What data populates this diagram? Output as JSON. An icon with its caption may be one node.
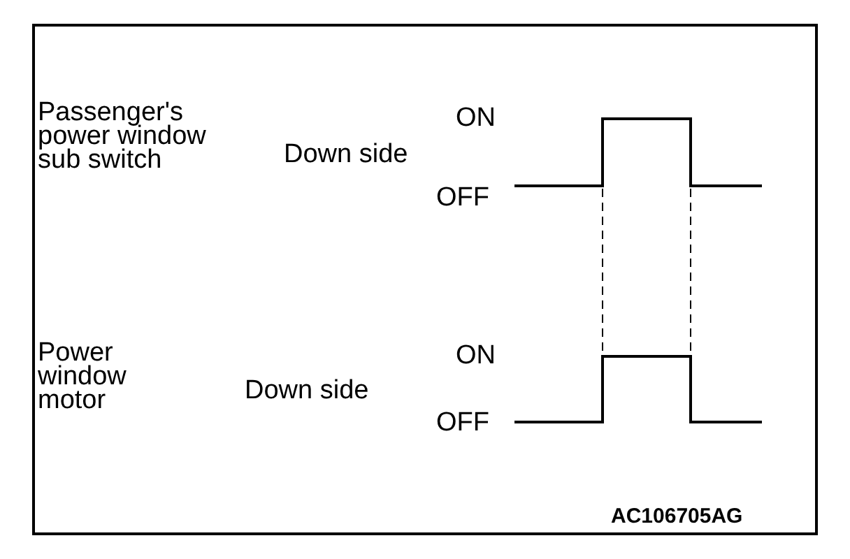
{
  "diagram": {
    "labels": [
      "Passenger's power window sub switch",
      "ON",
      "Down side",
      "OFF",
      "Power window motor",
      "ON",
      "Down side",
      "OFF",
      "AC106705AG"
    ]
  }
}
